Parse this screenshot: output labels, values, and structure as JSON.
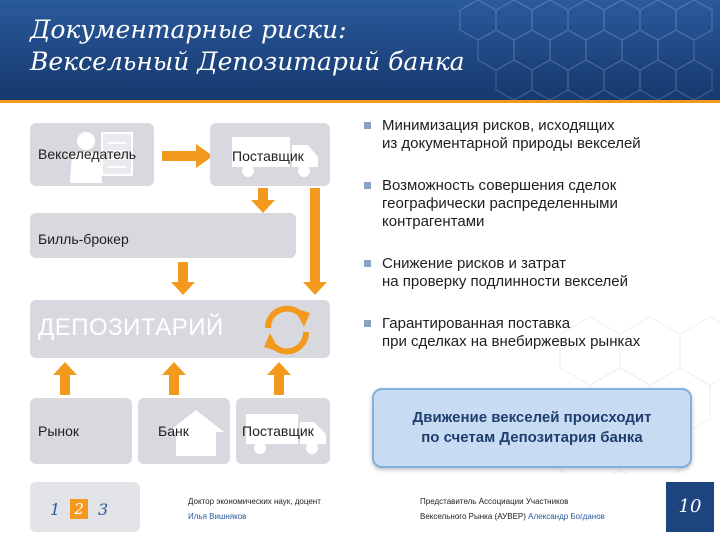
{
  "slide": {
    "title_line1": "Документарные риски:",
    "title_line2": "Вексельный Депозитарий банка"
  },
  "diagram": {
    "veksel": "Векселедатель",
    "supplier_top": "Поставщик",
    "broker": "Билль-брокер",
    "depository": "ДЕПОЗИТАРИЙ",
    "market": "Рынок",
    "bank": "Банк",
    "supplier_bottom": "Поставщик"
  },
  "bullets": [
    {
      "line1": "Минимизация рисков, исходящих",
      "line2": "из документарной природы векселей"
    },
    {
      "line1": "Возможность совершения сделок",
      "line2": "географически распределенными",
      "line3": "контрагентами"
    },
    {
      "line1": "Снижение рисков и затрат",
      "line2": "на проверку подлинности векселей"
    },
    {
      "line1": "Гарантированная поставка",
      "line2": "при сделках на внебиржевых рынках"
    }
  ],
  "callout": {
    "line1": "Движение векселей происходит",
    "line2": "по счетам Депозитария банка"
  },
  "footer": {
    "nav": [
      "1",
      "2",
      "3"
    ],
    "left_line1": "Доктор экономических наук, доцент",
    "left_line2": "Илья Вишняков",
    "right_line1": "Представитель Ассоциации Участников",
    "right_line2_a": "Вексельного Рынка (АУВЕР) ",
    "right_line2_b": "Александр Богданов",
    "page": "10"
  },
  "colors": {
    "header": "#1e4580",
    "accent": "#f39a1e",
    "box": "#d7d9de",
    "callout_bg": "#c7dcf2"
  }
}
